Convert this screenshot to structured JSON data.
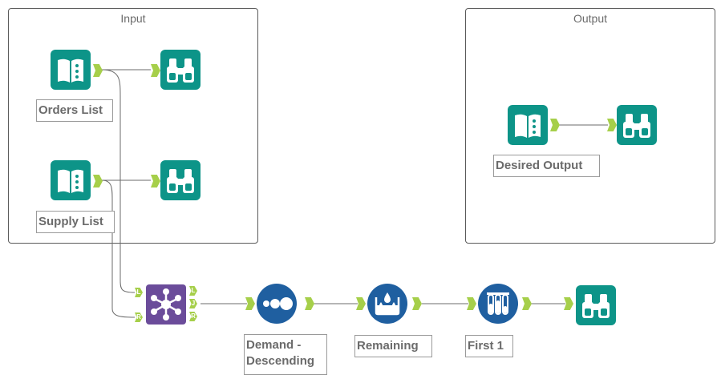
{
  "containers": {
    "input": {
      "title": "Input"
    },
    "output": {
      "title": "Output"
    }
  },
  "tools": {
    "orders_input": {
      "label": "Orders List",
      "icon": "input-data-book-icon"
    },
    "orders_browse": {
      "icon": "browse-binoculars-icon"
    },
    "supply_input": {
      "label": "Supply List",
      "icon": "input-data-book-icon"
    },
    "supply_browse": {
      "icon": "browse-binoculars-icon"
    },
    "desired_input": {
      "label": "Desired Output",
      "icon": "input-data-book-icon"
    },
    "desired_browse": {
      "icon": "browse-binoculars-icon"
    },
    "join": {
      "icon": "join-icon",
      "anchors": {
        "left": "L",
        "right": "R",
        "out_left": "L",
        "out_join": "J",
        "out_right": "R"
      }
    },
    "sort": {
      "label_line1": "Demand -",
      "label_line2": "Descending",
      "icon": "sort-dots-icon"
    },
    "formula": {
      "label": "Remaining",
      "icon": "formula-beaker-icon"
    },
    "sample": {
      "label": "First 1",
      "icon": "sample-tubes-icon"
    },
    "final_browse": {
      "icon": "browse-binoculars-icon"
    }
  },
  "colors": {
    "teal": "#0d9488",
    "navy": "#1f5fa0",
    "purple": "#6b4c9a",
    "anchor_green": "#a6cf4a",
    "wire": "#6b6b6b"
  }
}
